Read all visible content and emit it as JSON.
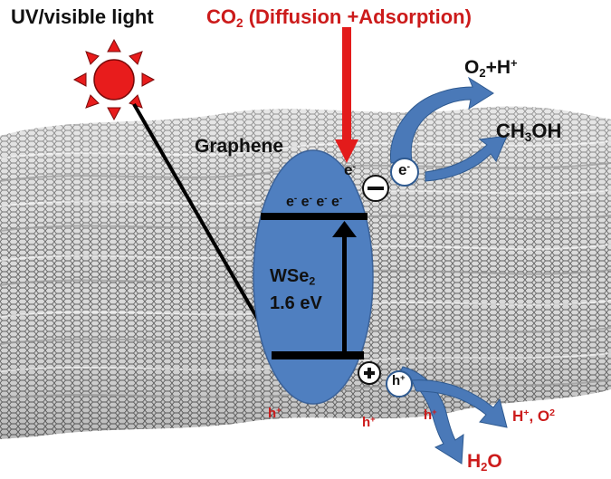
{
  "labels": {
    "light": "UV/visible light",
    "co2_prefix": "CO",
    "co2_sub": "2",
    "co2_suffix": " (Diffusion +Adsorption)",
    "o2_prefix": "O",
    "o2_sub": "2",
    "o2_mid": "+H",
    "o2_sup": "+",
    "ch3oh_prefix": "CH",
    "ch3oh_sub": "3",
    "ch3oh_suffix": "OH",
    "graphene": "Graphene",
    "wse2_prefix": "WSe",
    "wse2_sub": "2",
    "bandgap": "1.6 eV",
    "electron": "e",
    "electron_sup": "-",
    "hole": "h",
    "hole_sup": "+",
    "h2o_prefix": "H",
    "h2o_sub": "2",
    "h2o_suffix": "O",
    "hplus_o2": "H",
    "hplus_o2_sup1": "+",
    "hplus_o2_mid": ", O",
    "hplus_o2_sup2": "2"
  },
  "colors": {
    "sun": "#e81c1c",
    "co2_arrow": "#e31b1b",
    "red_text": "#cc1b1b",
    "wse2_fill": "#4f7fc0",
    "flow_arrow": "#4a79b8",
    "graphene_mesh": "#6b6b6b"
  },
  "icons": {
    "sun": "sun-icon",
    "electron_badge": "electron-icon",
    "hole_badge": "hole-icon"
  }
}
